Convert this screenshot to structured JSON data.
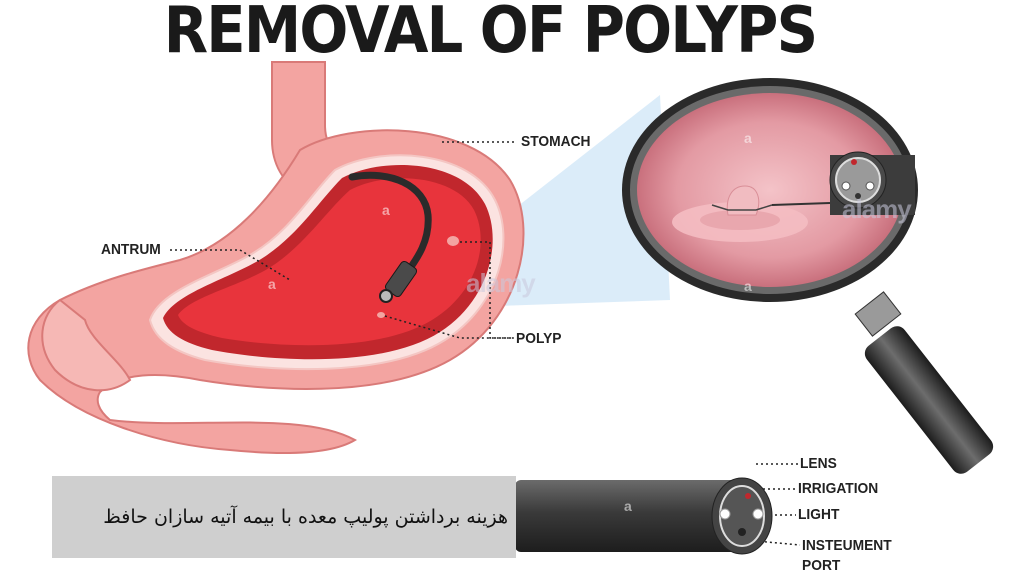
{
  "title": "REMOVAL OF POLYPS",
  "labels": {
    "stomach": "STOMACH",
    "antrum": "ANTRUM",
    "polyp": "POLYP",
    "lens": "LENS",
    "irrigation": "IRRIGATION",
    "light": "LIGHT",
    "instrument_port_line1": "INSTEUMENT",
    "instrument_port_line2": "PORT"
  },
  "caption": "هزینه برداشتن پولیپ معده با بیمه آتیه سازان حافظ",
  "watermark": {
    "brand": "alamy",
    "mark": "a"
  },
  "colors": {
    "stomach_outer": "#f3a4a1",
    "stomach_inner": "#c1272d",
    "lumen": "#e8343c",
    "endoscope": "#333333",
    "lens_bg": "#e8a6ad",
    "beam": "#cfe5f7",
    "caption_bg": "#cfcfcf"
  }
}
